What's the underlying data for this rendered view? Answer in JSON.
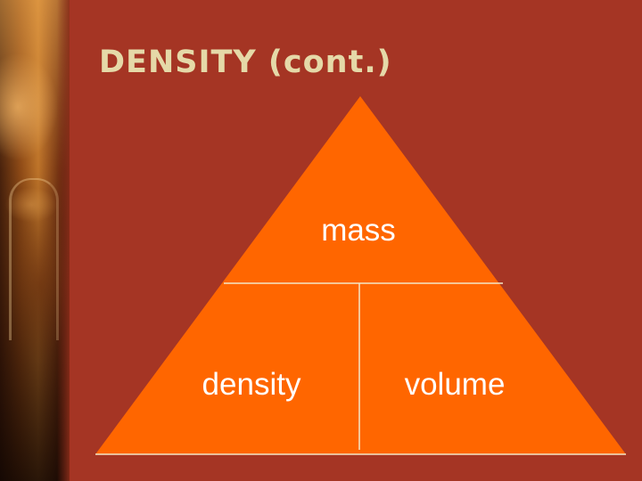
{
  "slide": {
    "title": "DENSITY (cont.)"
  },
  "triangle": {
    "top_label": "mass",
    "bottom_left_label": "density",
    "bottom_right_label": "volume"
  },
  "colors": {
    "background": "#a53524",
    "triangle_fill": "#ff6600",
    "title_text": "#e5d9a8",
    "label_text": "#ffffff",
    "divider_lines": "#f3e6c8"
  }
}
